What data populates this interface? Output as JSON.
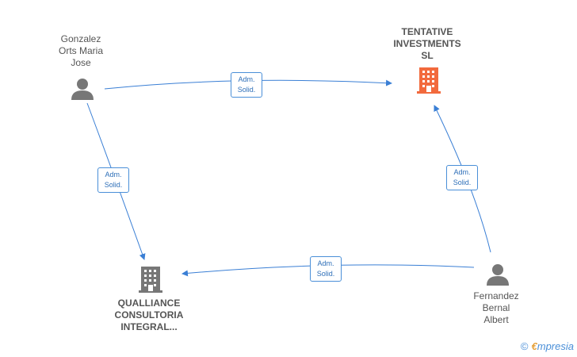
{
  "nodes": {
    "gonzalez": {
      "label": "Gonzalez\nOrts Maria\nJose",
      "type": "person"
    },
    "tentative": {
      "label": "TENTATIVE\nINVESTMENTS\nSL",
      "type": "company"
    },
    "qualliance": {
      "label": "QUALLIANCE\nCONSULTORIA\nINTEGRAL...",
      "type": "company"
    },
    "fernandez": {
      "label": "Fernandez\nBernal\nAlbert",
      "type": "person"
    }
  },
  "edges": [
    {
      "from": "gonzalez",
      "to": "tentative",
      "line1": "Adm.",
      "line2": "Solid."
    },
    {
      "from": "gonzalez",
      "to": "qualliance",
      "line1": "Adm.",
      "line2": "Solid."
    },
    {
      "from": "fernandez",
      "to": "tentative",
      "line1": "Adm.",
      "line2": "Solid."
    },
    {
      "from": "fernandez",
      "to": "qualliance",
      "line1": "Adm.",
      "line2": "Solid."
    }
  ],
  "colors": {
    "edge": "#3a7fd5",
    "person_icon": "#777777",
    "company_icon": "#777777",
    "highlight_company_icon": "#f26a3d"
  },
  "brand": {
    "copyright": "©",
    "e": "€",
    "name": "mpresia"
  }
}
